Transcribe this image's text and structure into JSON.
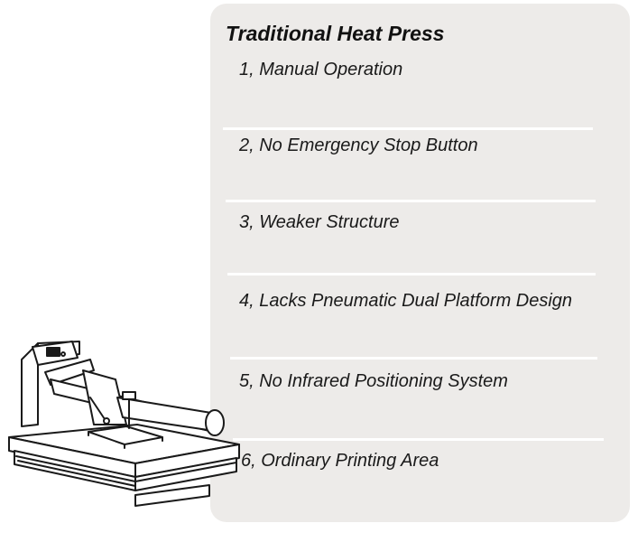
{
  "title": "Traditional Heat Press",
  "features": [
    {
      "label": "1,  Manual Operation"
    },
    {
      "label": "2,  No Emergency Stop Button"
    },
    {
      "label": "3, Weaker Structure"
    },
    {
      "label": "4, Lacks Pneumatic Dual Platform Design"
    },
    {
      "label": "5, No Infrared Positioning System"
    },
    {
      "label": "6, Ordinary Printing Area"
    }
  ],
  "colors": {
    "panel": "#edebe9",
    "divider": "#ffffff",
    "text": "#1a1a1a"
  },
  "illustration": {
    "icon": "heat-press-machine-icon"
  }
}
